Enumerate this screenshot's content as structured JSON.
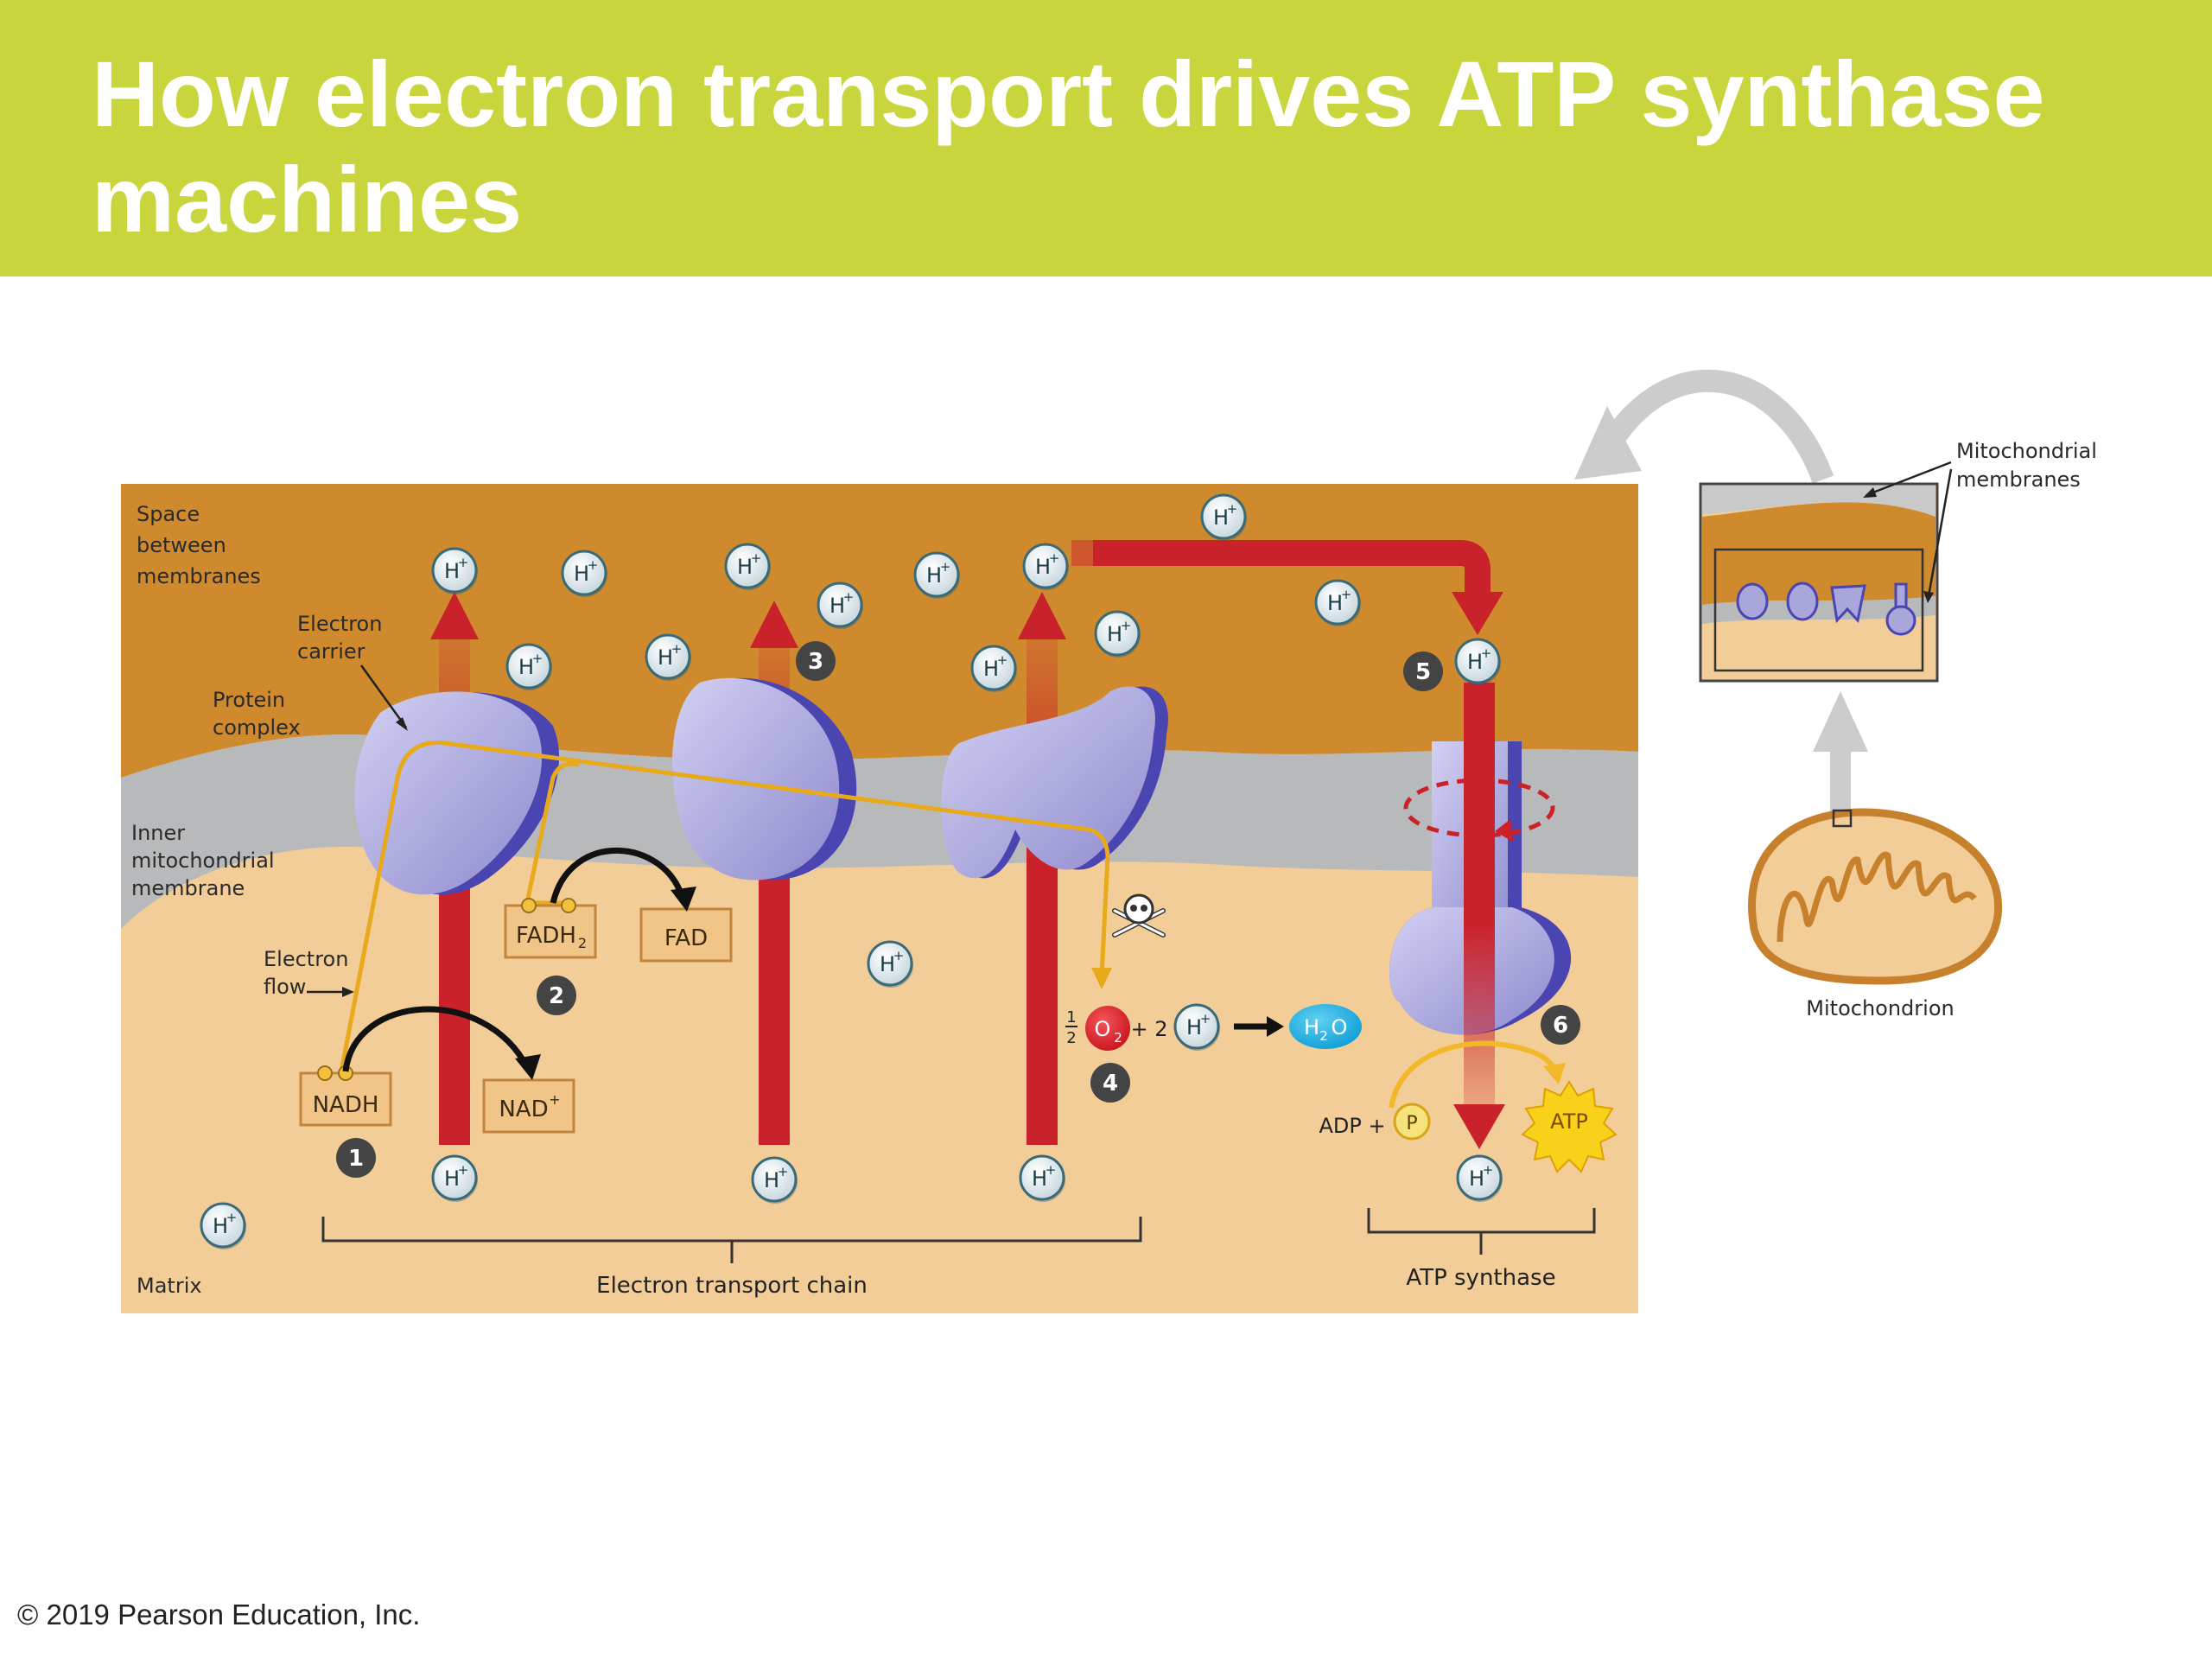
{
  "slide": {
    "title": "How electron transport drives ATP synthase machines",
    "copyright": "© 2019 Pearson Education, Inc."
  },
  "colors": {
    "header_band": "#c9d53d",
    "intermembrane_space": "#d08a2e",
    "inner_membrane": "#b8b9bb",
    "matrix": "#f3cd98",
    "protein": "#a9a6dc",
    "proton_arrow": "#c9222a",
    "electron_flow": "#f2b82a"
  },
  "labels": {
    "space_between_membranes": [
      "Space",
      "between",
      "membranes"
    ],
    "electron_carrier": [
      "Electron",
      "carrier"
    ],
    "protein_complex": [
      "Protein",
      "complex"
    ],
    "inner_membrane": [
      "Inner",
      "mitochondrial",
      "membrane"
    ],
    "electron_flow": [
      "Electron",
      "flow"
    ],
    "matrix": "Matrix",
    "electron_transport_chain": "Electron transport chain",
    "atp_synthase": "ATP synthase",
    "mitochondrial_membranes": [
      "Mitochondrial",
      "membranes"
    ],
    "mitochondrion": "Mitochondrion"
  },
  "molecules": {
    "nadh": "NADH",
    "nad_plus": "NAD",
    "nad_plus_sup": "+",
    "fadh2": "FADH",
    "fadh2_sub": "2",
    "fad": "FAD",
    "proton": "H",
    "proton_sup": "+",
    "oxygen": "O",
    "oxygen_sub": "2",
    "half_num": "1",
    "half_den": "2",
    "plus_two": "+ 2",
    "water_h": "H",
    "water_sub": "2",
    "water_o": "O",
    "adp_plus": "ADP +",
    "phosphate": "P",
    "atp": "ATP"
  },
  "steps": [
    "1",
    "2",
    "3",
    "4",
    "5",
    "6"
  ]
}
